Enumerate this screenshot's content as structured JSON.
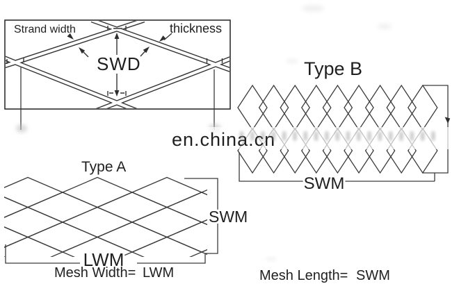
{
  "figure": {
    "detail": {
      "strand_width_label": "Strand width",
      "thickness_label": "thickness",
      "swd_label": "SWD"
    },
    "type_b": {
      "title": "Type B",
      "swm_label": "SWM"
    },
    "type_a": {
      "title": "Type A",
      "swm_label": "SWM",
      "lwm_label": "LWM"
    },
    "footer": {
      "mesh_width_label": "Mesh Width=",
      "mesh_width_value": "LWM",
      "mesh_length_label": "Mesh Length=",
      "mesh_length_value": "SWM"
    },
    "watermark": {
      "text": "en.china.cn"
    }
  },
  "colors": {
    "line": "#333333",
    "text": "#1f1f1f",
    "accent_red": "#b5514e",
    "watermark_gray": "#bdbdbd"
  }
}
